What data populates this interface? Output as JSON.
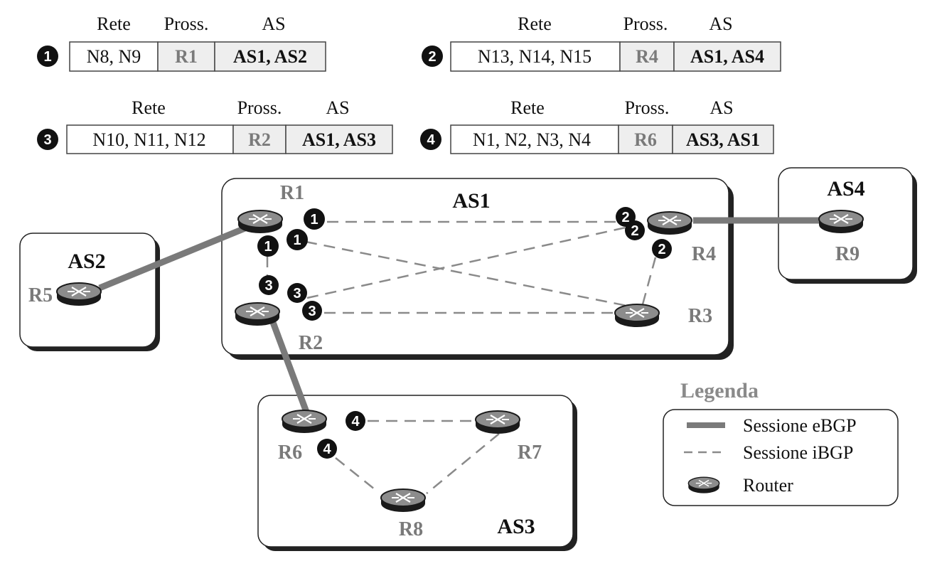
{
  "tables": [
    {
      "badge": "1",
      "headers": [
        "Rete",
        "Pross.",
        "AS"
      ],
      "networks": "N8, N9",
      "next_hop": "R1",
      "as_path": "AS1, AS2"
    },
    {
      "badge": "2",
      "headers": [
        "Rete",
        "Pross.",
        "AS"
      ],
      "networks": "N13, N14, N15",
      "next_hop": "R4",
      "as_path": "AS1, AS4"
    },
    {
      "badge": "3",
      "headers": [
        "Rete",
        "Pross.",
        "AS"
      ],
      "networks": "N10, N11, N12",
      "next_hop": "R2",
      "as_path": "AS1, AS3"
    },
    {
      "badge": "4",
      "headers": [
        "Rete",
        "Pross.",
        "AS"
      ],
      "networks": "N1, N2, N3, N4",
      "next_hop": "R6",
      "as_path": "AS3, AS1"
    }
  ],
  "autonomous_systems": {
    "as1": "AS1",
    "as2": "AS2",
    "as3": "AS3",
    "as4": "AS4"
  },
  "routers": {
    "r1": "R1",
    "r2": "R2",
    "r3": "R3",
    "r4": "R4",
    "r5": "R5",
    "r6": "R6",
    "r7": "R7",
    "r8": "R8",
    "r9": "R9"
  },
  "legend": {
    "title": "Legenda",
    "ebgp": "Sessione eBGP",
    "ibgp": "Sessione iBGP",
    "router": "Router"
  },
  "colors": {
    "ebgp_line": "#7a7a7a",
    "ibgp_line": "#8a8a8a",
    "router_fill": "#8c8c8c",
    "cell_shade": "#eeeeee",
    "badge": "#111111"
  }
}
